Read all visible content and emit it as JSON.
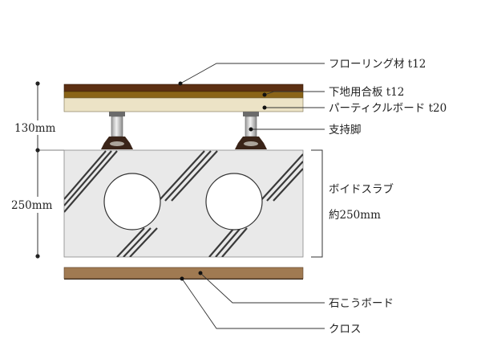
{
  "labels": {
    "flooring": "フローリング材 t12",
    "plywood": "下地用合板 t12",
    "particleboard": "パーティクルボード t20",
    "support_leg": "支持脚",
    "void_slab": "ボイドスラブ",
    "void_slab_thickness": "約250mm",
    "gypsum_board": "石こうボード",
    "cloth": "クロス"
  },
  "dimensions": {
    "upper": "130mm",
    "lower": "250mm"
  },
  "colors": {
    "flooring": "#5c2f12",
    "plywood": "#8a6418",
    "particleboard": "#ece3c6",
    "slab": "#e9e9e9",
    "gypsum_board": "#a07a52",
    "leg_base": "#3a2418"
  }
}
